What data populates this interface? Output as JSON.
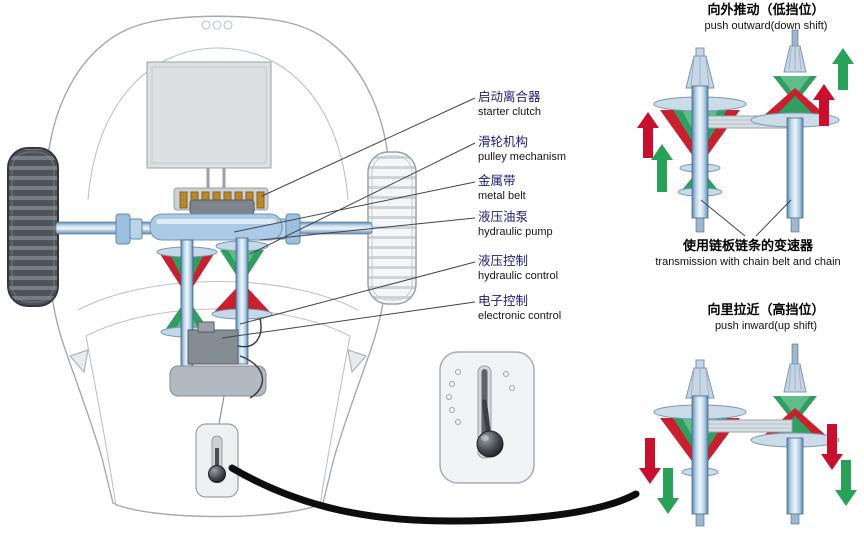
{
  "component_labels": [
    {
      "zh": "启动离合器",
      "en": "starter clutch"
    },
    {
      "zh": "滑轮机构",
      "en": "pulley mechanism"
    },
    {
      "zh": "金属带",
      "en": "metal belt"
    },
    {
      "zh": "液压油泵",
      "en": "hydraulic pump"
    },
    {
      "zh": "液压控制",
      "en": "hydraulic control"
    },
    {
      "zh": "电子控制",
      "en": "electronic control"
    }
  ],
  "right_panel": {
    "down_shift_caption": {
      "zh": "向外推动（低挡位）",
      "en": "push outward(down shift)"
    },
    "chain_note": {
      "zh": "使用链板链条的变速器",
      "en": "transmission with chain belt and chain"
    },
    "up_shift_caption": {
      "zh": "向里拉近（高挡位）",
      "en": "push inward(up shift)"
    }
  },
  "colors": {
    "pulley_red": "#c8202e",
    "pulley_green": "#2f9e60",
    "pulley_green_light": "#5fbd8a",
    "arrow_red": "#c8102e",
    "arrow_green": "#2aa158"
  }
}
